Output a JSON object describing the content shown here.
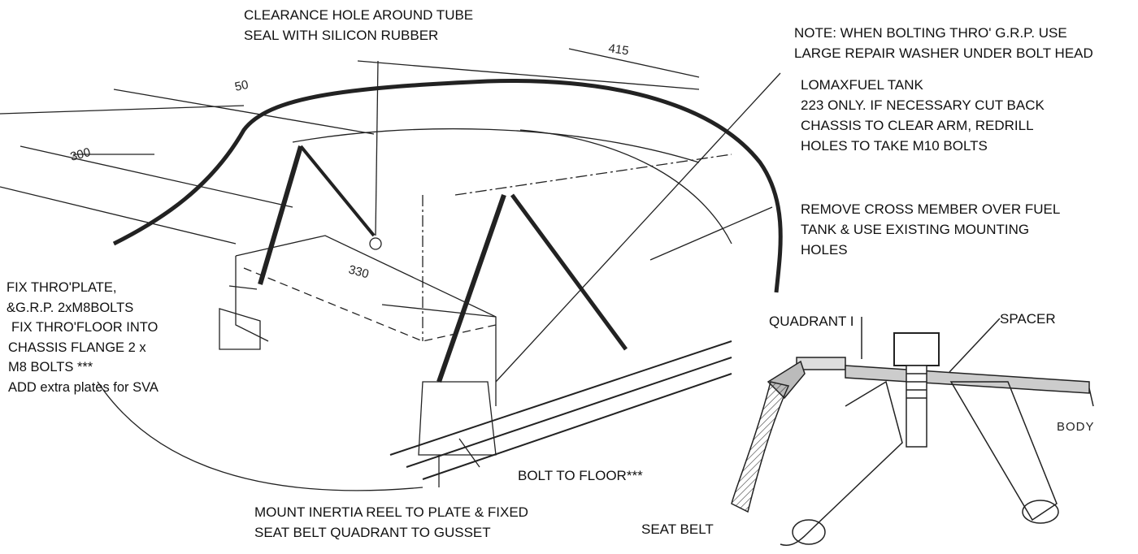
{
  "labels": {
    "clearance_hole": [
      "CLEARANCE HOLE AROUND TUBE",
      "SEAL WITH SILICON RUBBER"
    ],
    "note": [
      "NOTE: WHEN BOLTING THRO' G.R.P. USE",
      "LARGE REPAIR WASHER UNDER BOLT HEAD"
    ],
    "lomax_tank": [
      "LOMAXFUEL TANK",
      "223 ONLY. IF NECESSARY CUT BACK",
      "CHASSIS TO CLEAR ARM, REDRILL",
      "HOLES TO TAKE M10 BOLTS"
    ],
    "remove_cross_member": [
      "REMOVE CROSS MEMBER OVER FUEL",
      "TANK & USE EXISTING MOUNTING",
      "HOLES"
    ],
    "fix_plate": [
      "FIX THRO'PLATE,",
      "&G.R.P. 2xM8BOLTS",
      "FIX THRO'FLOOR INTO",
      "CHASSIS FLANGE 2 x",
      "M8 BOLTS ***",
      "ADD extra plates for SVA"
    ],
    "quadrant": "QUADRANT I",
    "spacer": "SPACER",
    "bolt_to_floor": "BOLT TO FLOOR***",
    "mount_inertia": [
      "MOUNT INERTIA REEL TO PLATE & FIXED",
      "SEAT BELT QUADRANT TO GUSSET"
    ],
    "seat_belt": "SEAT BELT"
  },
  "dimensions": {
    "d415": "415",
    "d50": "50",
    "d300": "300",
    "d330": "330"
  },
  "detail_labels": {
    "body": "BODY"
  }
}
